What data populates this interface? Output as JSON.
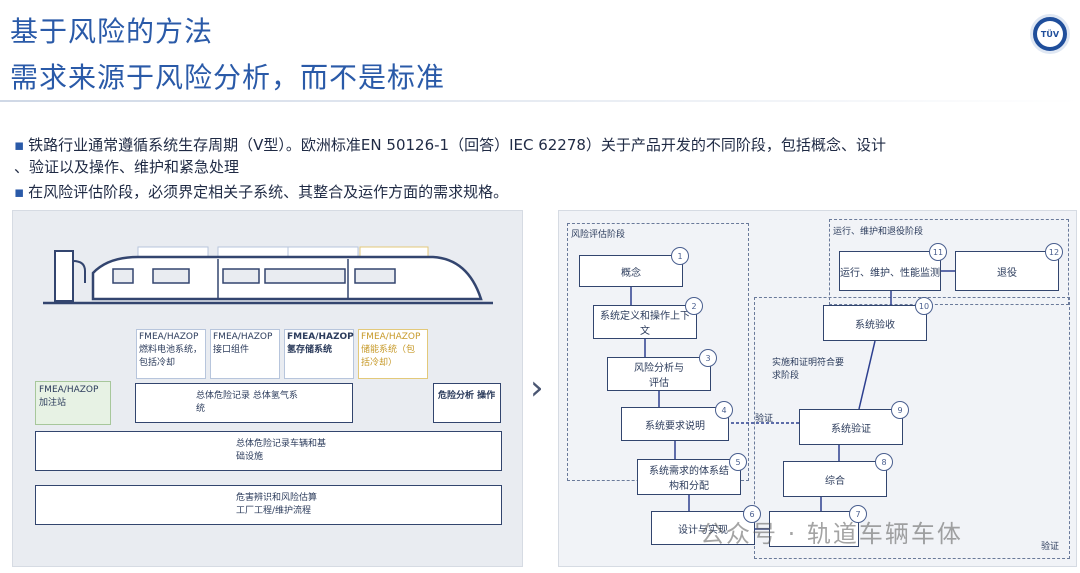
{
  "title": {
    "line1": "基于风险的方法",
    "line2": "需求来源于风险分析，而不是标准"
  },
  "logo": {
    "text": "TÜV"
  },
  "bullets": [
    "铁路行业通常遵循系统生存周期（V型）。欧洲标准EN 50126-1（回答）IEC 62278）关于产品开发的不同阶段，包括概念、设计",
    "、验证以及操作、维护和紧急处理",
    "在风险评估阶段，必须界定相关子系统、其整合及运作方面的需求规格。"
  ],
  "left": {
    "fmea": [
      {
        "l1": "FMEA/HAZOP",
        "l2": "燃料电池系统，",
        "l3": "包括冷却"
      },
      {
        "l1": "FMEA/HAZOP",
        "l2": "接口组件",
        "l3": ""
      },
      {
        "l1": "FMEA/HAZOP",
        "l2": "氢存储系统",
        "l3": ""
      },
      {
        "l1": "FMEA/HAZOP",
        "l2": "储能系统（包",
        "l3": "括冷却）"
      }
    ],
    "station": {
      "l1": "FMEA/HAZOP",
      "l2": "加注站"
    },
    "overall_hazard": {
      "l1": "总体危险记录 总体氢气系",
      "l2": "统"
    },
    "hazard_ops": "危险分析 操作",
    "vehicle_infra": {
      "l1": "总体危险记录车辆和基",
      "l2": "础设施"
    },
    "hazard_id": {
      "l1": "危害辨识和风险估算",
      "l2": "工厂工程/维护流程"
    }
  },
  "right": {
    "risk_phase": "风险评估阶段",
    "ops_phase": "运行、维护和退役阶段",
    "impl_phase": {
      "l1": "实施和证明符合要",
      "l2": "求阶段"
    },
    "boxes": {
      "concept": "概念",
      "sysdef": {
        "l1": "系统定义和操作上下",
        "l2": "文"
      },
      "risk": {
        "l1": "风险分析与",
        "l2": "评估"
      },
      "sysreq": "系统要求说明",
      "arch": {
        "l1": "系统需求的体系结",
        "l2": "构和分配"
      },
      "design": "设计与实现",
      "ops": "运行、维护、性能监测",
      "decom": "退役",
      "accept": "系统验收",
      "validate": "系统验证",
      "integ": "综合"
    },
    "nums": [
      "1",
      "2",
      "3",
      "4",
      "5",
      "6",
      "7",
      "8",
      "9",
      "10",
      "11",
      "12"
    ],
    "verify1": "验证",
    "verify2": "验证"
  },
  "watermark": "公众号 · 轨道车辆车体"
}
